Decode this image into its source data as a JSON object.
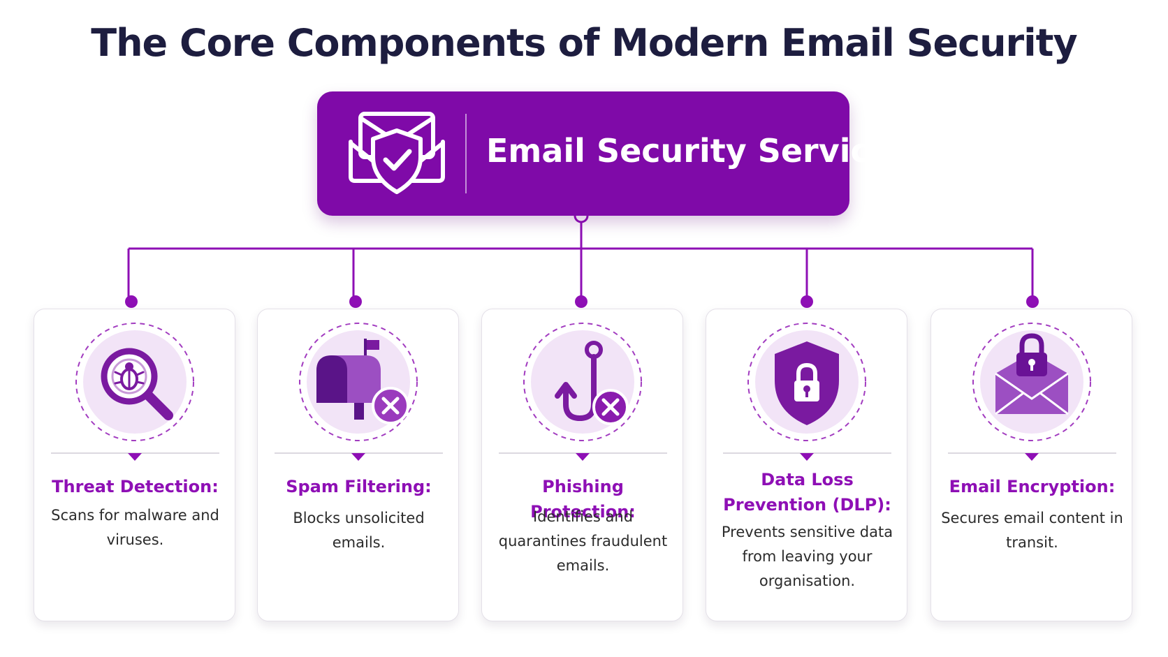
{
  "title": "The Core Components of Modern Email Security",
  "hub": {
    "label": "Email Security Service",
    "icon": "envelope-shield-check-icon"
  },
  "colors": {
    "primary": "#7f0aa8",
    "accent": "#8e0fb5",
    "icon_fill": "#7a1aa0",
    "icon_bg": "#f2e4f7",
    "text_dark": "#1d1d3f"
  },
  "components": [
    {
      "title": "Threat Detection:",
      "description": "Scans for malware and viruses.",
      "icon": "magnifier-bug-icon"
    },
    {
      "title": "Spam Filtering:",
      "description": "Blocks unsolicited emails.",
      "icon": "mailbox-x-icon"
    },
    {
      "title": "Phishing Protection:",
      "description": "Identifies and quarantines fraudulent emails.",
      "icon": "fishhook-x-icon"
    },
    {
      "title": "Data Loss Prevention (DLP):",
      "description": "Prevents sensitive data from leaving your organisation.",
      "icon": "shield-lock-icon"
    },
    {
      "title": "Email Encryption:",
      "description": "Secures email content in transit.",
      "icon": "envelope-lock-icon"
    }
  ]
}
